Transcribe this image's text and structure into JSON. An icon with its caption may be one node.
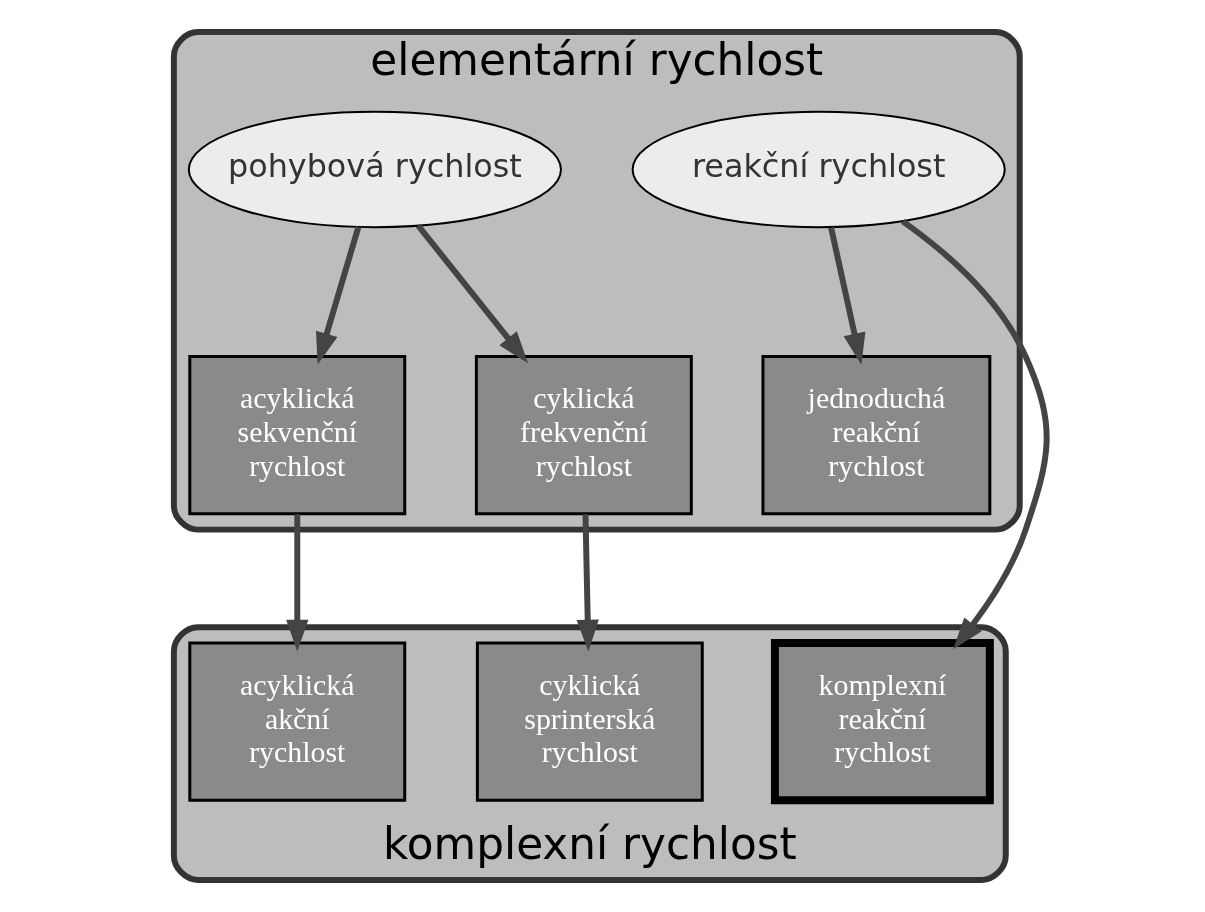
{
  "diagram": {
    "nodes": [
      {
        "text": [
          "elementární rychlost"
        ]
      },
      {
        "text": [
          "reakční rychlost"
        ],
        "in": 0
      },
      {
        "text": [
          "pohybová rychlost"
        ],
        "in": 0
      },
      {
        "text": [
          "jednoduchá reakční rychlost"
        ],
        "in": 0
      },
      {
        "text": [
          "acyklická sekvenční rychlost"
        ],
        "in": 0
      },
      {
        "text": [
          "cyklická frekvenční rychlost"
        ],
        "in": 0
      },
      {
        "text": [
          "komplexní rychlost"
        ]
      },
      {
        "text": [
          "komplexní reakční rychlost"
        ],
        "in": 6
      },
      {
        "text": [
          "acyklická akční rychlost"
        ],
        "in": 6
      },
      {
        "text": [
          "cyklická sprinterská rychlost"
        ],
        "in": 6
      }
    ],
    "edges": [
      {
        "from": 1,
        "to": 3,
        "arrow": "to"
      },
      {
        "from": 1,
        "to": 7,
        "arrow": "to"
      },
      {
        "from": 2,
        "to": 4,
        "arrow": "to"
      },
      {
        "from": 2,
        "to": 5,
        "arrow": "to"
      },
      {
        "from": 4,
        "to": 8,
        "arrow": "to"
      },
      {
        "from": 5,
        "to": 9,
        "arrow": "to"
      }
    ]
  }
}
